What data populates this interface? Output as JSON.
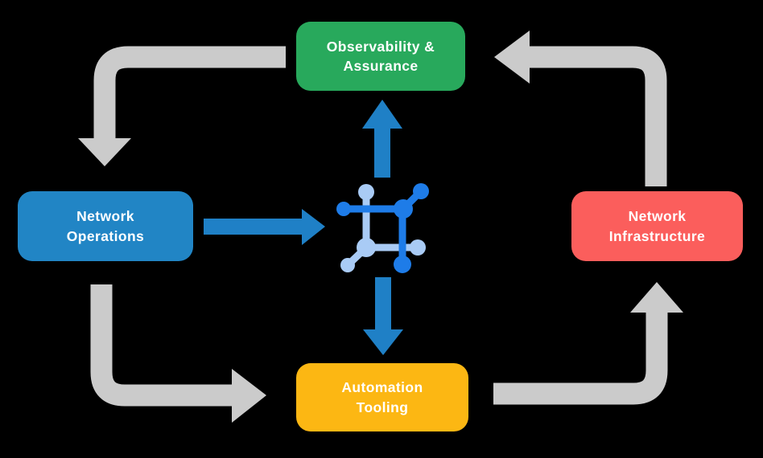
{
  "diagram": {
    "colors": {
      "background": "#000000",
      "arrow_gray": "#cbcbcb",
      "arrow_blue": "#1f80c6",
      "icon_dark_blue": "#1e7ce8",
      "icon_light_blue": "#a9cbf5",
      "node_text": "#ffffff"
    },
    "nodes": {
      "observability": {
        "line1": "Observability &",
        "line2": "Assurance",
        "color": "#28a95c"
      },
      "operations": {
        "line1": "Network",
        "line2": "Operations",
        "color": "#2185c5"
      },
      "infrastructure": {
        "line1": "Network",
        "line2": "Infrastructure",
        "color": "#fb5e5c"
      },
      "tooling": {
        "line1": "Automation",
        "line2": "Tooling",
        "color": "#fcb713"
      }
    },
    "icon": {
      "name": "network-fabric-icon"
    },
    "flows": {
      "gray": [
        {
          "from": "observability",
          "to": "operations"
        },
        {
          "from": "operations",
          "to": "tooling"
        },
        {
          "from": "tooling",
          "to": "infrastructure"
        },
        {
          "from": "infrastructure",
          "to": "observability"
        }
      ],
      "blue": [
        {
          "from": "operations",
          "to": "center-icon"
        },
        {
          "from": "center-icon",
          "to": "observability"
        },
        {
          "from": "center-icon",
          "to": "tooling"
        }
      ]
    }
  }
}
